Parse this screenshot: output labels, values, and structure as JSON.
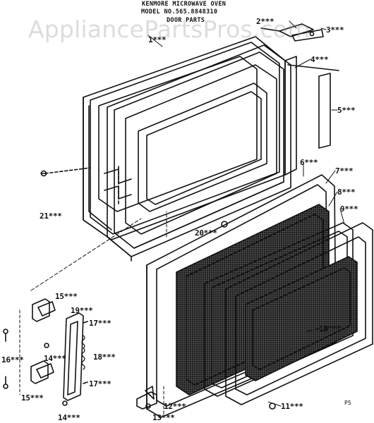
{
  "header": {
    "line1": "KENMORE MICROWAVE OVEN",
    "line2": "MODEL NO.565.8848310",
    "line3": "DOOR PARTS"
  },
  "watermark": "AppliancePartsPros.com",
  "callouts": [
    {
      "id": "c1",
      "label": "1***"
    },
    {
      "id": "c2",
      "label": "2***"
    },
    {
      "id": "c3",
      "label": "3***"
    },
    {
      "id": "c4",
      "label": "4***"
    },
    {
      "id": "c5",
      "label": "5***"
    },
    {
      "id": "c6",
      "label": "6***"
    },
    {
      "id": "c7",
      "label": "7***"
    },
    {
      "id": "c8",
      "label": "8***"
    },
    {
      "id": "c9",
      "label": "9***"
    },
    {
      "id": "c10",
      "label": "10***"
    },
    {
      "id": "c11",
      "label": "11***"
    },
    {
      "id": "c12",
      "label": "12***"
    },
    {
      "id": "c13",
      "label": "13***"
    },
    {
      "id": "c14a",
      "label": "14***"
    },
    {
      "id": "c14b",
      "label": "14***"
    },
    {
      "id": "c15a",
      "label": "15***"
    },
    {
      "id": "c15b",
      "label": "15***"
    },
    {
      "id": "c16",
      "label": "16***"
    },
    {
      "id": "c17a",
      "label": "17***"
    },
    {
      "id": "c17b",
      "label": "17***"
    },
    {
      "id": "c18",
      "label": "18***"
    },
    {
      "id": "c19",
      "label": "19***"
    },
    {
      "id": "c20",
      "label": "20***"
    },
    {
      "id": "c21",
      "label": "21***"
    }
  ],
  "page_code": "P5"
}
